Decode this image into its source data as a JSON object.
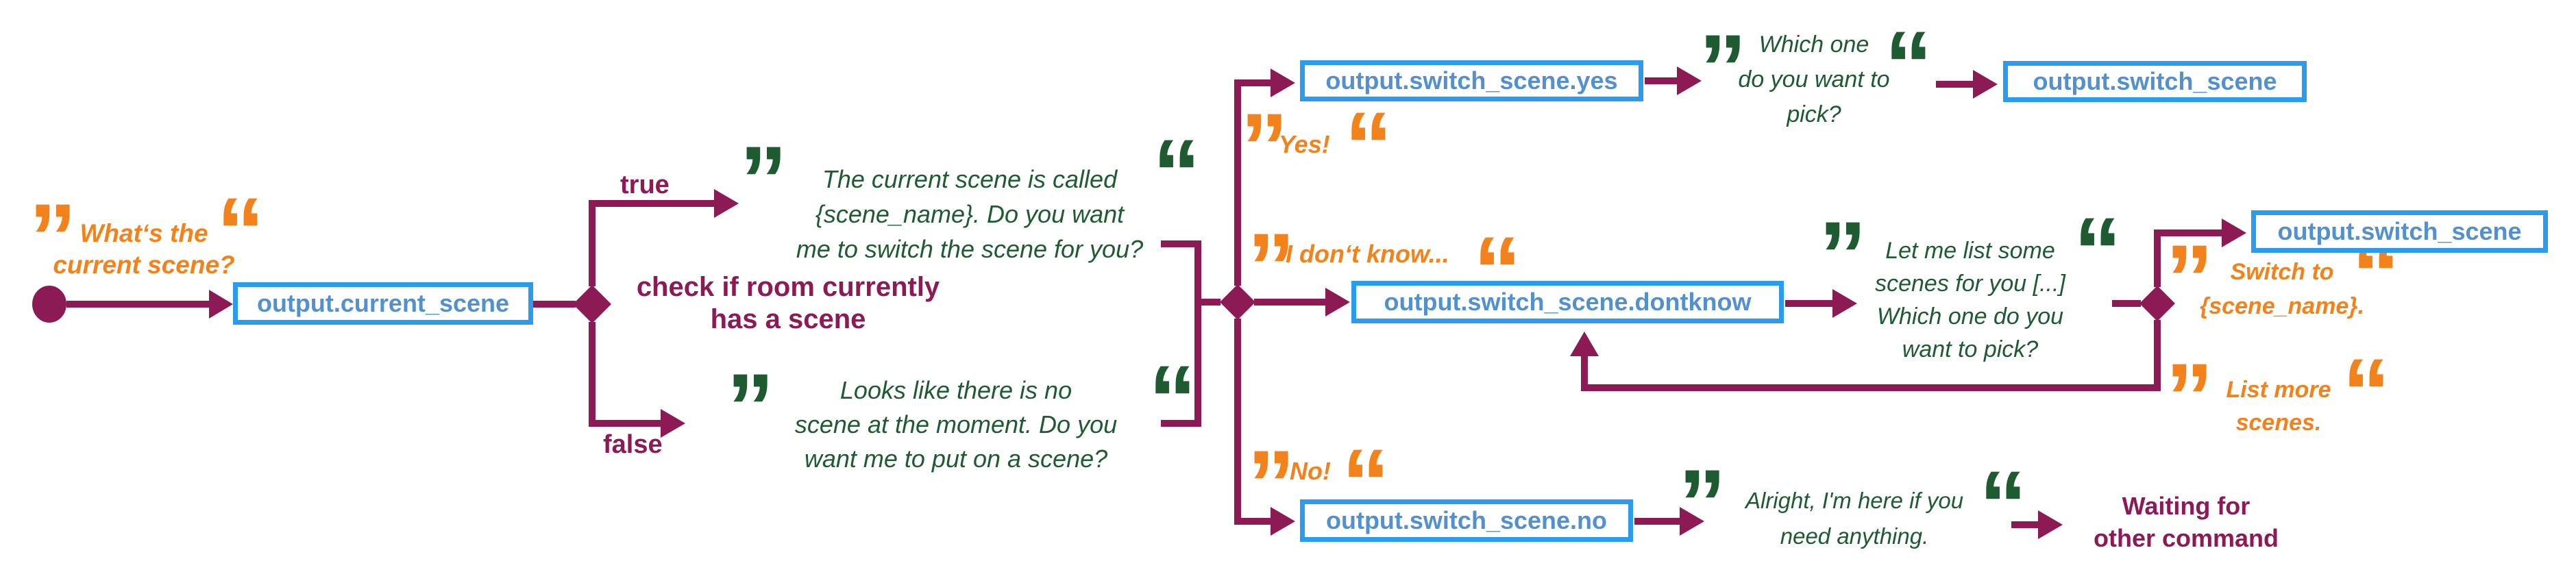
{
  "colors": {
    "maroon": "#8C1A54",
    "orange": "#F2831C",
    "green": "#1E5B31",
    "blue_border": "#2B9BEE",
    "blue_text": "#5290CE"
  },
  "diagram": {
    "quote_marks": {
      "open": "”",
      "close": "“"
    },
    "nodes": {
      "current_scene": "output.current_scene",
      "switch_scene_yes": "output.switch_scene.yes",
      "switch_scene_dontknow": "output.switch_scene.dontknow",
      "switch_scene_no": "output.switch_scene.no",
      "switch_scene_top": "output.switch_scene",
      "switch_scene_right": "output.switch_scene"
    },
    "user_utterances": {
      "whats_current_scene": {
        "lines": [
          "What‘s the",
          "current scene?"
        ]
      },
      "yes": {
        "lines": [
          "Yes!"
        ]
      },
      "dont_know": {
        "lines": [
          "I don‘t know..."
        ]
      },
      "no": {
        "lines": [
          "No!"
        ]
      },
      "switch_to": {
        "lines": [
          "Switch to",
          "{scene_name}."
        ]
      },
      "list_more": {
        "lines": [
          "List more",
          "scenes."
        ]
      }
    },
    "bot_responses": {
      "current_scene_called": {
        "lines": [
          "The current scene is called",
          "{scene_name}. Do you want",
          "me to switch the scene for you?"
        ]
      },
      "no_scene": {
        "lines": [
          "Looks like there is no",
          "scene at the moment. Do you",
          "want me to put on a scene?"
        ]
      },
      "which_one": {
        "lines": [
          "Which one",
          "do you want to",
          "pick?"
        ]
      },
      "list_some": {
        "lines": [
          "Let me list some",
          "scenes for you [...]",
          "Which one do you",
          "want to pick?"
        ]
      },
      "alright": {
        "lines": [
          "Alright, I'm here if you",
          "need anything."
        ]
      }
    },
    "labels": {
      "condition": {
        "lines": [
          "check if room currently",
          "has a scene"
        ]
      },
      "true_label": "true",
      "false_label": "false",
      "waiting": {
        "lines": [
          "Waiting for",
          "other command"
        ]
      }
    }
  }
}
